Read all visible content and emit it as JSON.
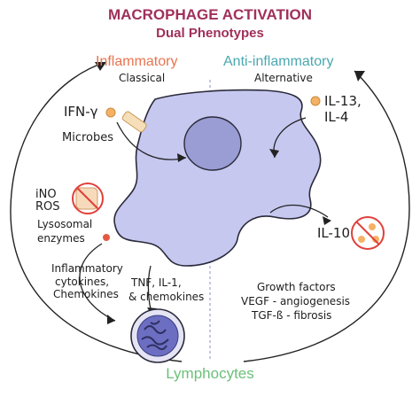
{
  "header": {
    "title": "MACROPHAGE ACTIVATION",
    "subtitle": "Dual Phenotypes"
  },
  "left": {
    "heading": "Inflammatory",
    "sub": "Classical",
    "ifn": "IFN-γ",
    "microbes": "Microbes",
    "ino": "iNO",
    "ros": "ROS",
    "lyso1": "Lysosomal",
    "lyso2": "enzymes",
    "cyto1": "Inflammatory",
    "cyto2": "cytokines,",
    "cyto3": "Chemokines",
    "tnf1": "TNF, IL-1,",
    "tnf2": "& chemokines"
  },
  "right": {
    "heading": "Anti-inflammatory",
    "sub": "Alternative",
    "il13": "IL-13,",
    "il4": "IL-4",
    "il10": "IL-10",
    "gf1": "Growth factors",
    "gf2": "VEGF - angiogenesis",
    "gf3": "TGF-ß - fibrosis"
  },
  "footer": {
    "label": "Lymphocytes"
  },
  "colors": {
    "title": "#a0305a",
    "inflammatory": "#e8744f",
    "anti_inflammatory": "#4aa8b0",
    "lymphocytes": "#6cc07a",
    "cell_fill": "#c6c8f0",
    "nucleus_fill": "#9a9cd4",
    "granule": "#f5b266",
    "block_red": "#e0403a"
  }
}
